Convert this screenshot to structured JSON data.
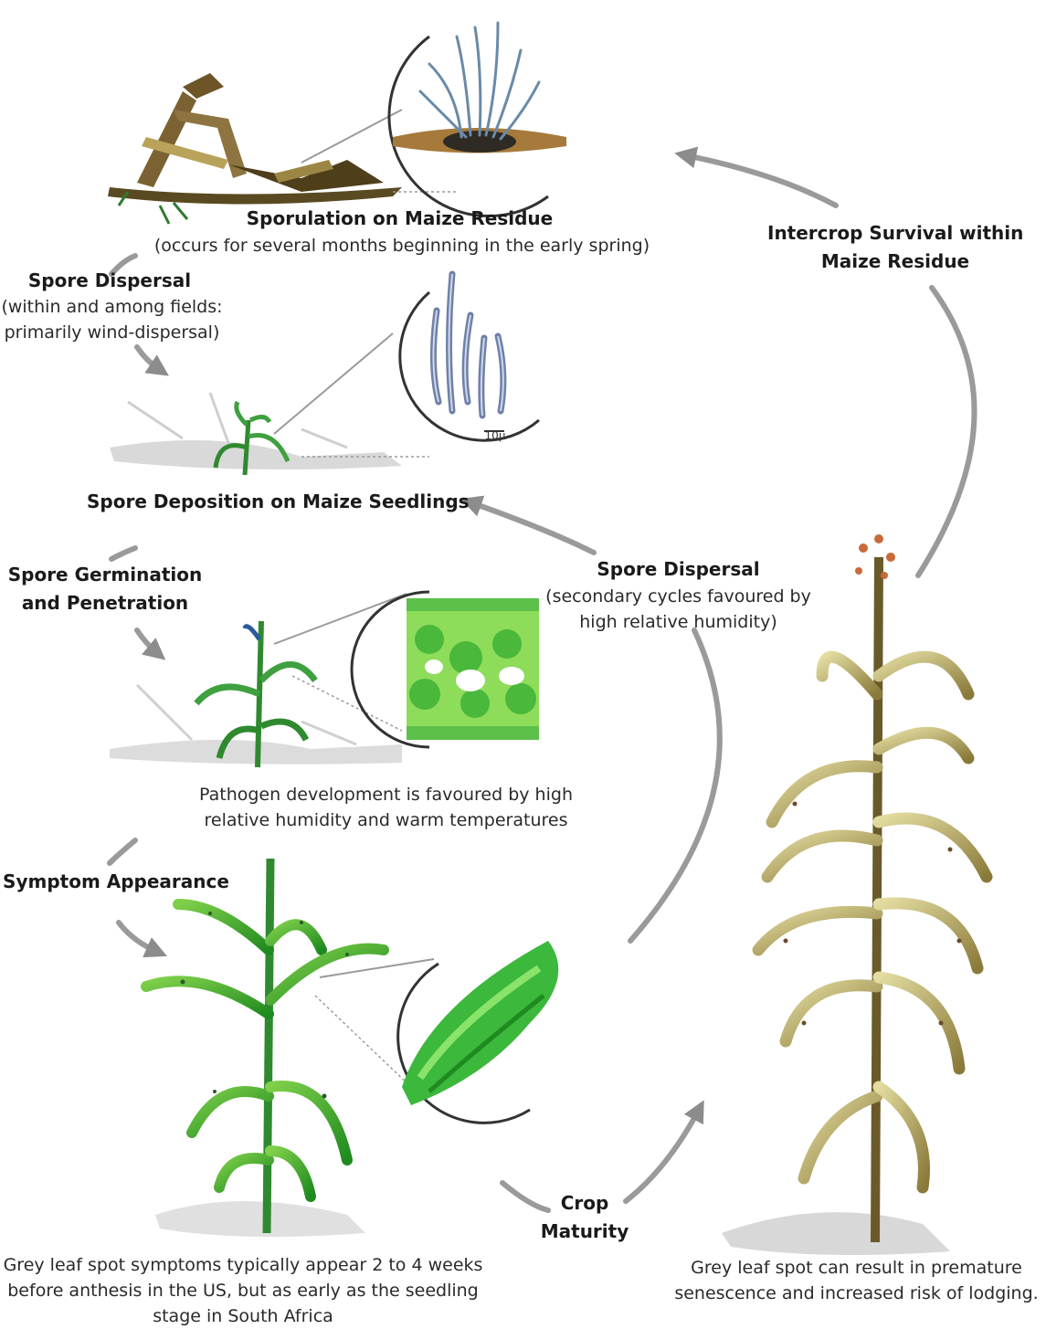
{
  "stages": {
    "sporulation": {
      "title": "Sporulation on Maize Residue",
      "note": "(occurs for several months beginning in the early spring)"
    },
    "dispersal_primary": {
      "title": "Spore Dispersal",
      "note_lines": [
        "(within and among fields:",
        "primarily wind-dispersal)"
      ]
    },
    "deposition": {
      "title": "Spore Deposition on Maize Seedlings"
    },
    "germination": {
      "title_lines": [
        "Spore Germination",
        "and Penetration"
      ]
    },
    "pathogen_note_lines": [
      "Pathogen development is favoured by high",
      "relative humidity and warm temperatures"
    ],
    "symptom": {
      "title": "Symptom Appearance"
    },
    "symptom_note_lines": [
      "Grey leaf spot symptoms typically appear 2 to 4 weeks",
      "before anthesis in the US, but as early as the seedling",
      "stage in South Africa"
    ],
    "dispersal_secondary": {
      "title": "Spore Dispersal",
      "note_lines": [
        "(secondary cycles favoured by",
        "high relative humidity)"
      ]
    },
    "crop_maturity": {
      "title_lines": [
        "Crop",
        "Maturity"
      ]
    },
    "intercrop": {
      "title_lines": [
        "Intercrop Survival within",
        "Maize Residue"
      ]
    },
    "senescence_note_lines": [
      "Grey leaf spot can result in premature",
      "senescence and increased risk of lodging."
    ]
  },
  "scale_bar_label": "10μ"
}
